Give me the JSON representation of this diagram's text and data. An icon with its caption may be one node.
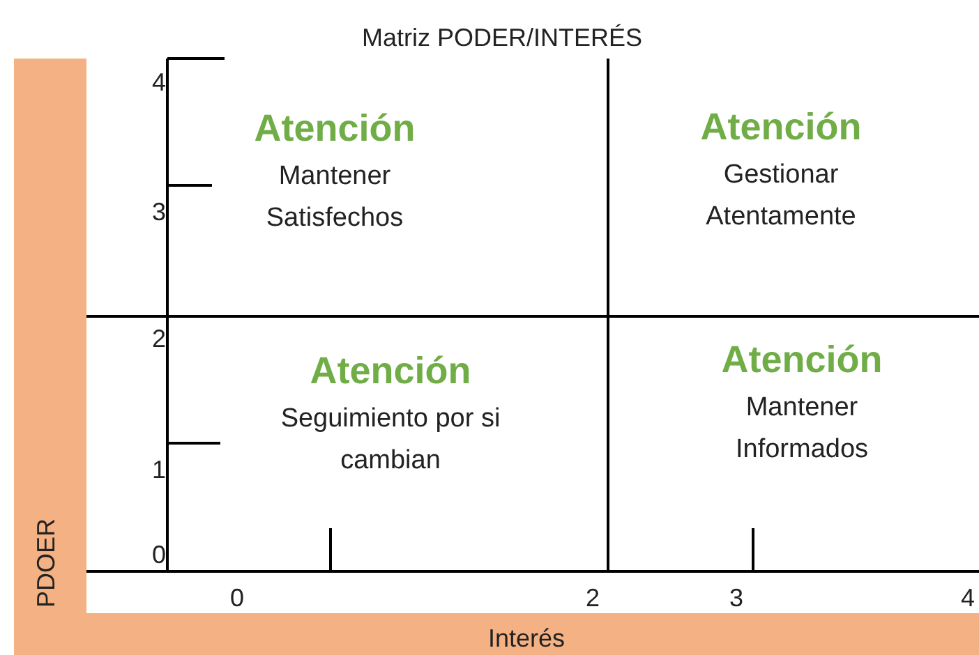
{
  "diagram": {
    "title": "Matriz PODER/INTERÉS",
    "nodes": [
      {
        "text": [
          "Atención",
          "Mantener Satisfechos"
        ]
      },
      {
        "text": [
          "Atención",
          "Gestionar Atentamente"
        ]
      },
      {
        "text": [
          "Atención",
          "Seguimiento por si cambian"
        ]
      },
      {
        "text": [
          "Atención",
          "Mantener Informados"
        ]
      }
    ],
    "labels": [
      "4",
      "3",
      "2",
      "1",
      "0",
      "0",
      "2",
      "3",
      "4",
      "PDOER",
      "Interés"
    ]
  }
}
